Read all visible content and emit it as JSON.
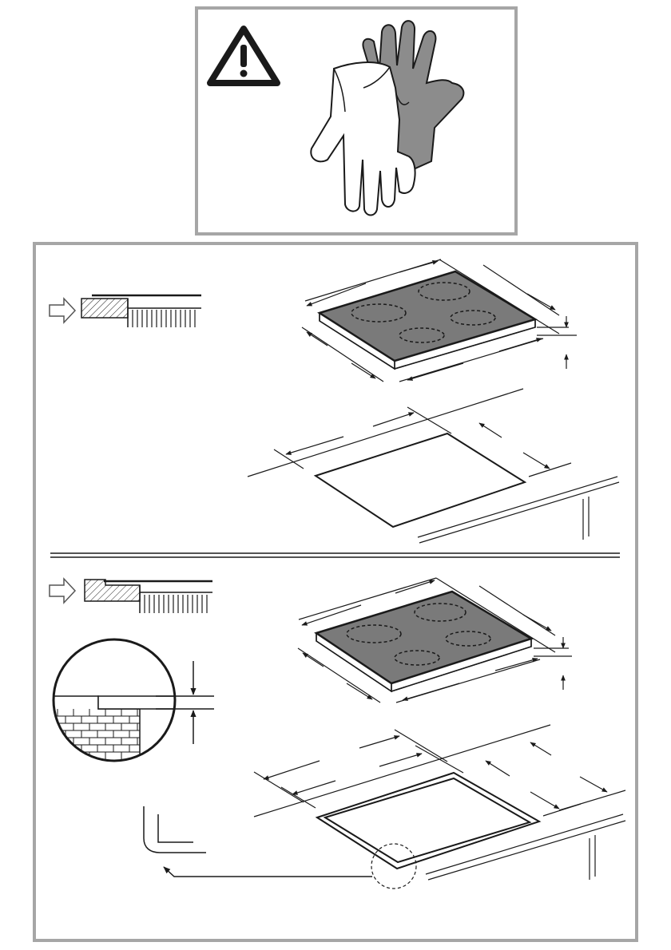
{
  "title": "",
  "icons": {
    "warning": "warning-triangle-icon",
    "gloves": "protective-gloves-icon",
    "insert_arrow": "insert-direction-arrow-icon"
  },
  "sections": [
    {
      "id": "flush-mount",
      "hob_burners": 4,
      "flush_mounted": false
    },
    {
      "id": "flush-mount-rebated",
      "hob_burners": 4,
      "flush_mounted": true
    }
  ],
  "colors": {
    "frame_border": "#a6a6a6",
    "hob_top": "#7a7a7a",
    "glove_dark": "#8c8c8c",
    "line": "#1a1a1a"
  }
}
